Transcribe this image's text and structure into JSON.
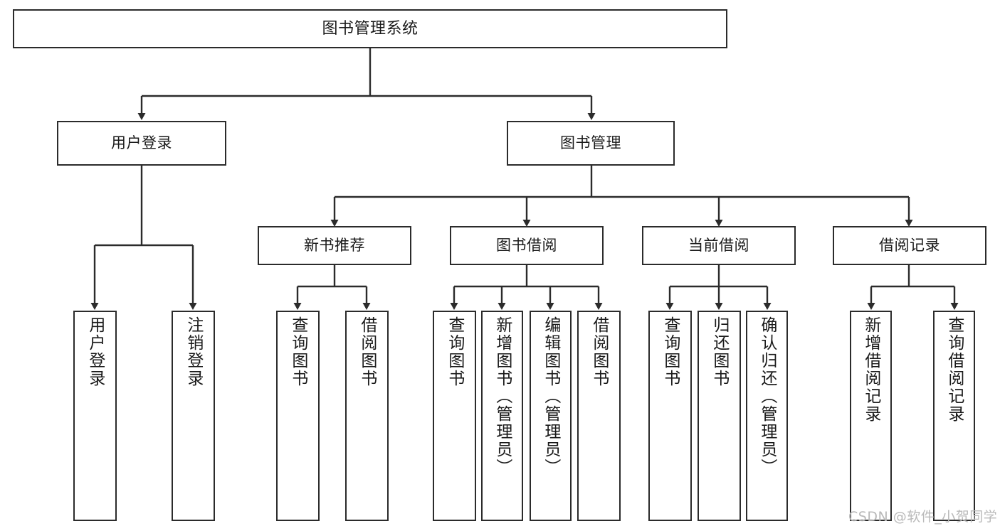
{
  "diagram": {
    "type": "tree-hierarchy-chart",
    "title": "图书管理系统",
    "watermark": "CSDN @软件_小贺同学",
    "colors": {
      "stroke": "#2b2b2b",
      "fill": "#ffffff",
      "text": "#1a1a1a",
      "watermark": "#b9b9b9"
    },
    "nodes": {
      "root": {
        "label": "图书管理系统"
      },
      "level1": [
        {
          "label": "用户登录"
        },
        {
          "label": "图书管理"
        }
      ],
      "level2": [
        {
          "label": "新书推荐"
        },
        {
          "label": "图书借阅"
        },
        {
          "label": "当前借阅"
        },
        {
          "label": "借阅记录"
        }
      ],
      "leaves_user_login": [
        {
          "label": "用户登录"
        },
        {
          "label": "注销登录"
        }
      ],
      "leaves_new_book": [
        {
          "label": "查询图书"
        },
        {
          "label": "借阅图书"
        }
      ],
      "leaves_borrow": [
        {
          "label": "查询图书"
        },
        {
          "label": "新增图书（管理员）"
        },
        {
          "label": "编辑图书（管理员）"
        },
        {
          "label": "借阅图书"
        }
      ],
      "leaves_current": [
        {
          "label": "查询图书"
        },
        {
          "label": "归还图书"
        },
        {
          "label": "确认归还（管理员）"
        }
      ],
      "leaves_record": [
        {
          "label": "新增借阅记录"
        },
        {
          "label": "查询借阅记录"
        }
      ]
    }
  }
}
